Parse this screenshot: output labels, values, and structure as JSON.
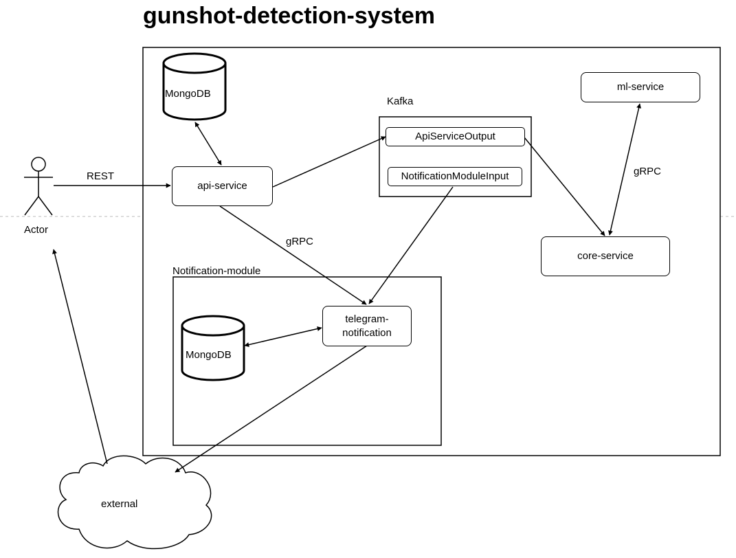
{
  "title": "gunshot-detection-system",
  "actor": {
    "label": "Actor"
  },
  "edges": {
    "rest": "REST",
    "grpc_api_notification": "gRPC",
    "grpc_ml_core": "gRPC"
  },
  "databases": {
    "api_mongo": "MongoDB",
    "notification_mongo": "MongoDB"
  },
  "services": {
    "api_service": "api-service",
    "ml_service": "ml-service",
    "core_service": "core-service",
    "telegram_notification": "telegram-\nnotification"
  },
  "kafka": {
    "label": "Kafka",
    "topics": [
      "ApiServiceOutput",
      "NotificationModuleInput"
    ]
  },
  "notification_module": {
    "label": "Notification-module"
  },
  "cloud": {
    "label": "external"
  }
}
